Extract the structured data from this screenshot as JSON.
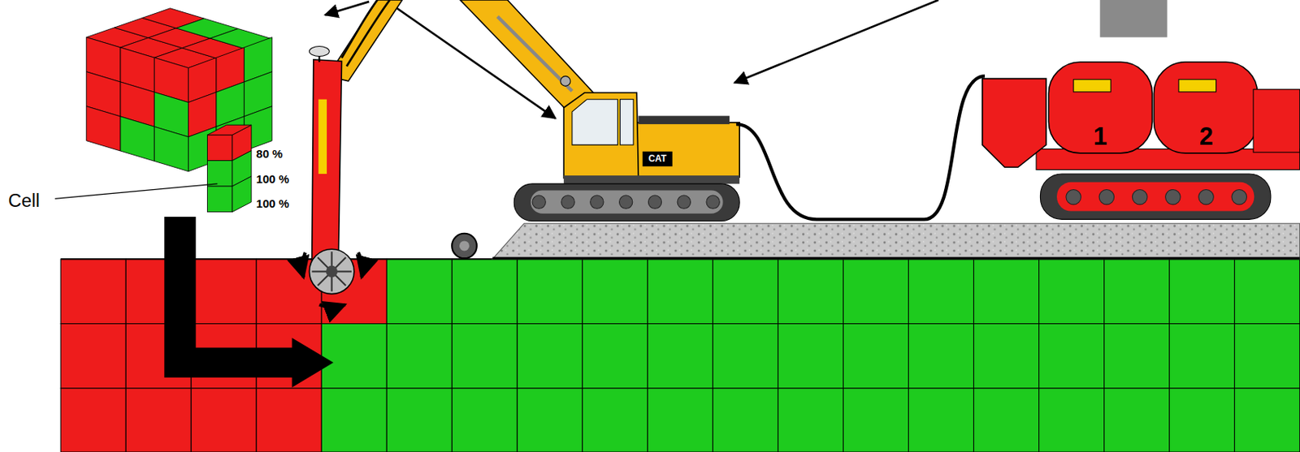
{
  "diagram": {
    "labels": [
      "Cell",
      "80 %",
      "100 %",
      "100 %",
      "1",
      "2",
      "CAT"
    ]
  }
}
